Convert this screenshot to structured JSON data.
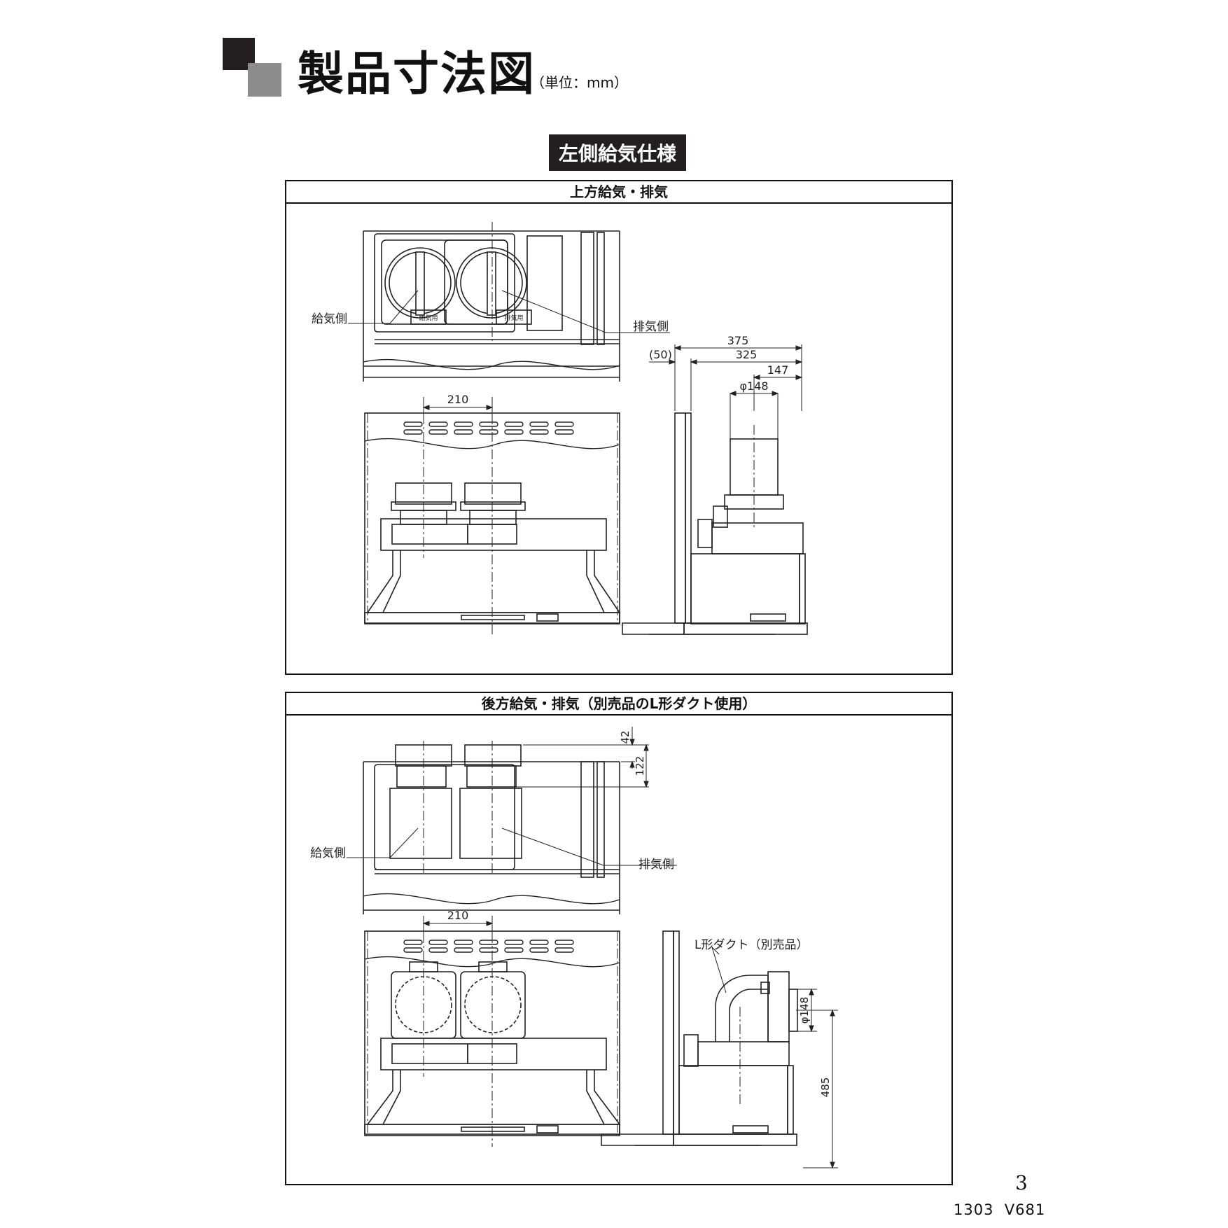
{
  "header": {
    "title": "製品寸法図",
    "unit": "（単位：mm）"
  },
  "spec_badge": "左側給気仕様",
  "panels": [
    {
      "title": "上方給気・排気",
      "labels": {
        "supply": "給気側",
        "exhaust": "排気側",
        "plate_supply": "給気用",
        "plate_exhaust": "排気用"
      },
      "dimensions": {
        "pitch": "210",
        "depth_total": "375",
        "depth_body": "325",
        "offset": "(50)",
        "duct_pos": "147",
        "duct_dia": "φ148"
      }
    },
    {
      "title": "後方給気・排気（別売品のL形ダクト使用）",
      "labels": {
        "supply": "給気側",
        "exhaust": "排気側",
        "l_duct": "L形ダクト（別売品）"
      },
      "dimensions": {
        "top_offset": "42",
        "top_height": "122",
        "pitch": "210",
        "duct_dia": "φ148",
        "duct_height": "485"
      }
    }
  ],
  "footer": {
    "page_number": "3",
    "code": "1303  V681"
  }
}
